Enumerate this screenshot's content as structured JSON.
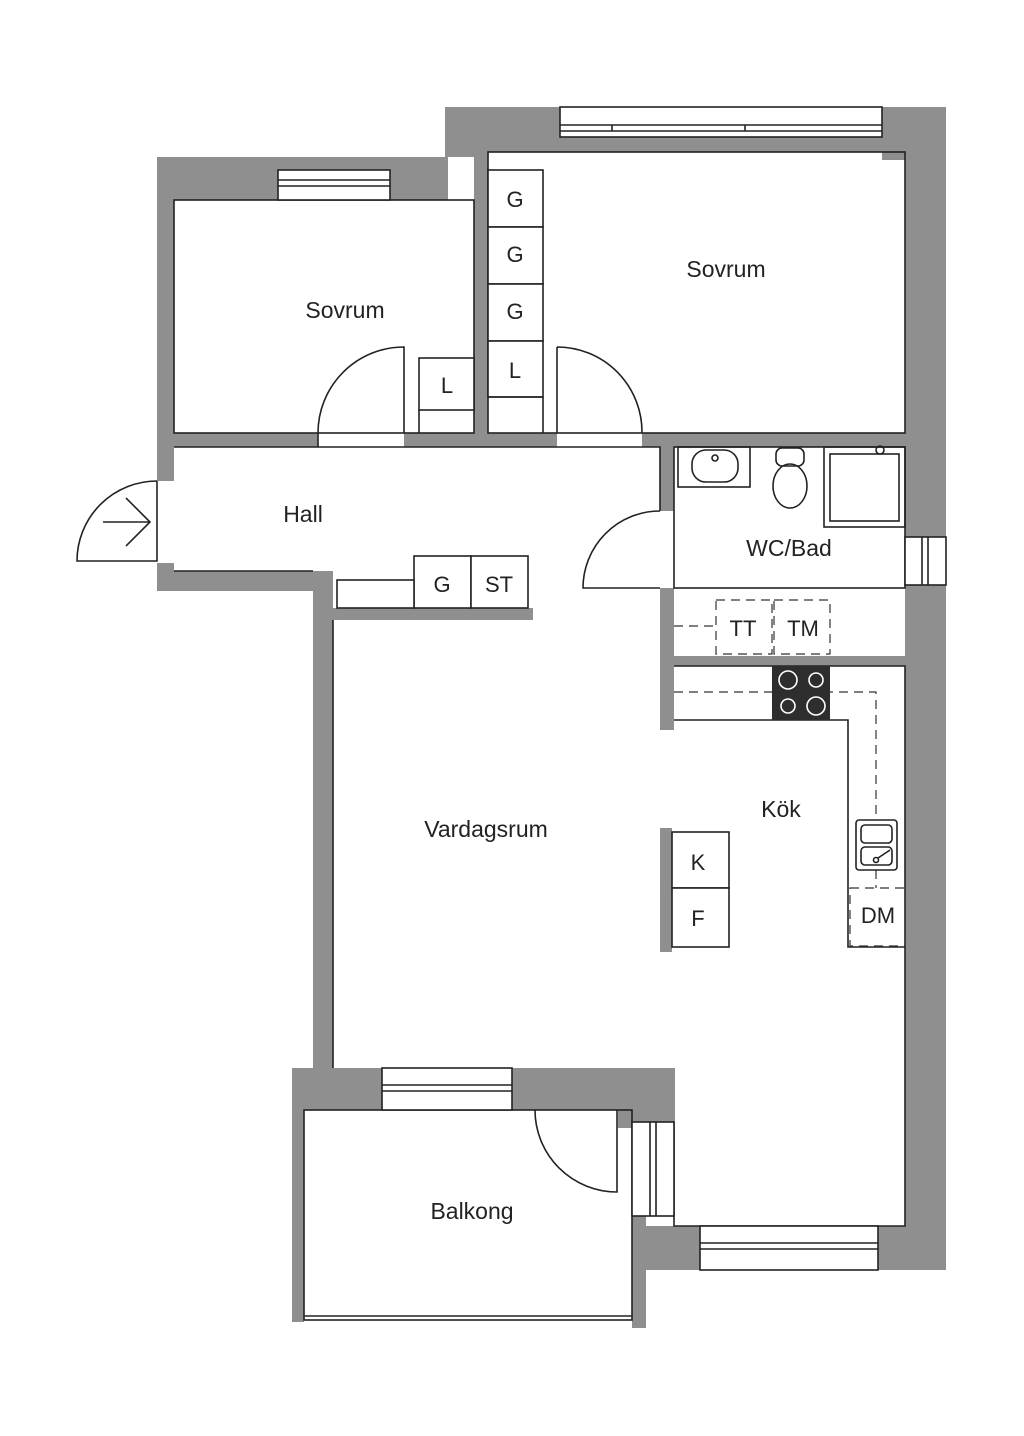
{
  "colors": {
    "wall": "#8f8f8f",
    "line": "#222222",
    "background": "#ffffff"
  },
  "rooms": {
    "bedroom_left": "Sovrum",
    "bedroom_right": "Sovrum",
    "hall": "Hall",
    "bath": "WC/Bad",
    "living": "Vardagsrum",
    "kitchen": "Kök",
    "balcony": "Balkong"
  },
  "fixtures": {
    "wardrobe_g1": "G",
    "wardrobe_g2": "G",
    "wardrobe_g3": "G",
    "linen_right": "L",
    "linen_left": "L",
    "hall_g": "G",
    "hall_st": "ST",
    "tt": "TT",
    "tm": "TM",
    "k": "K",
    "f": "F",
    "dm": "DM"
  },
  "icons": {
    "entrance": "entrance-arrow-icon",
    "stove": "stove-icon",
    "sink": "kitchen-sink-icon",
    "washbasin": "washbasin-icon",
    "toilet": "toilet-icon",
    "shower": "shower-icon"
  }
}
